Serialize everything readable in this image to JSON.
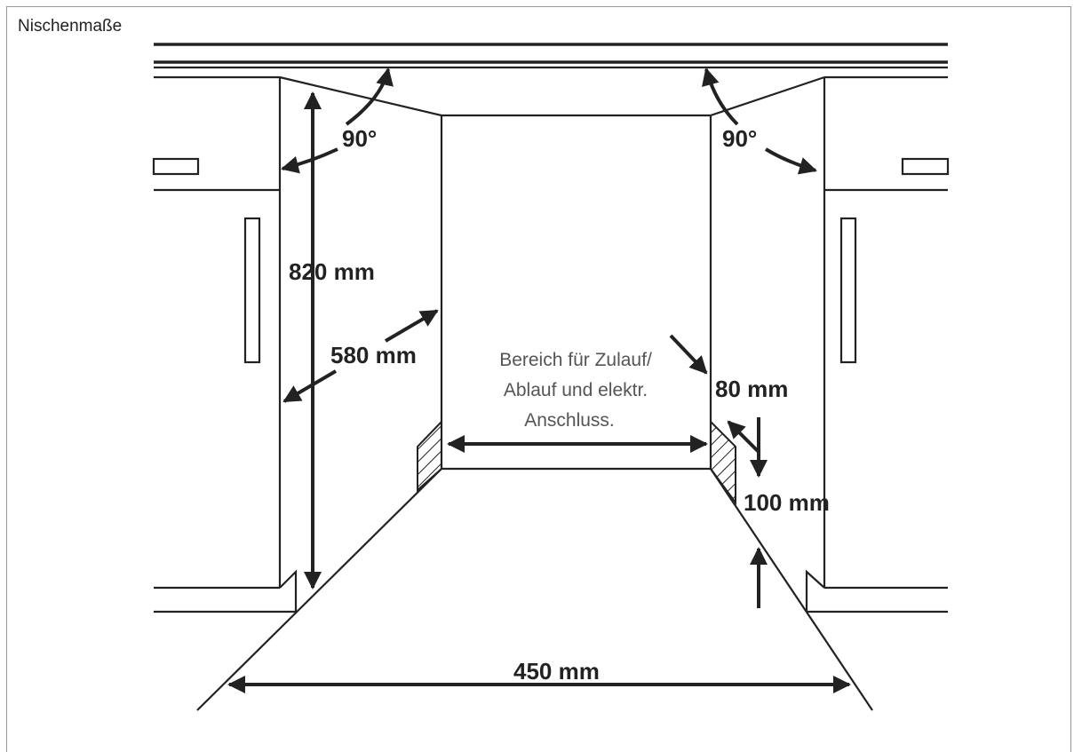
{
  "title": "Nischenmaße",
  "labels": {
    "angle_left": "90°",
    "angle_right": "90°",
    "height": "820 mm",
    "depth": "580 mm",
    "width": "450 mm",
    "side_top": "80 mm",
    "side_bottom": "100 mm",
    "area_note": [
      "Bereich für Zulauf/",
      "Ablauf und elektr.",
      "Anschluss."
    ]
  },
  "colors": {
    "line": "#222222",
    "note_text": "#555555",
    "frame": "#999999"
  }
}
